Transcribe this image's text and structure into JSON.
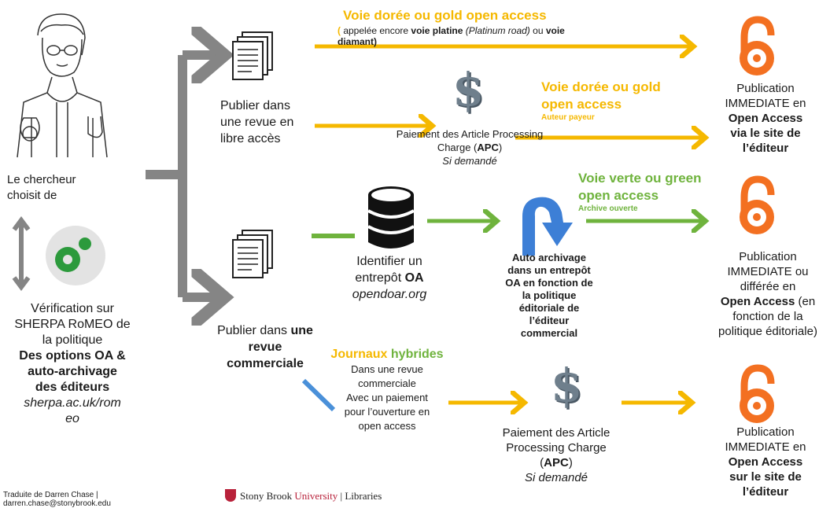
{
  "colors": {
    "gold": "#f5b800",
    "green": "#6fb33d",
    "grey": "#858585",
    "oa_orange": "#f37021",
    "blue": "#3d7fd6"
  },
  "researcher": {
    "line1": "Le chercheur",
    "line2": "choisit de"
  },
  "sherpa": {
    "l1": "Vérification sur",
    "l2": "SHERPA RoMEO de",
    "l3": "la politique",
    "l4": "Des options OA &",
    "l5": "auto-archivage",
    "l6": "des éditeurs",
    "l7": "sherpa.ac.uk/rom",
    "l8": "eo"
  },
  "publish_open": {
    "l1": "Publier dans",
    "l2": "une revue en",
    "l3": "libre accès"
  },
  "publish_commercial": {
    "l1a": "Publier dans ",
    "l1b": "une",
    "l2": "revue",
    "l3": "commerciale"
  },
  "gold_top": {
    "title": "Voie dorée ou gold open access",
    "paren_open": "(",
    "sub1": " appelée encore ",
    "sub2": "voie platine",
    "sub3": " (Platinum road)",
    "sub4": " ou ",
    "sub5": "voie",
    "sub6": "diamant)"
  },
  "apc_top": {
    "symbol": "$",
    "l1a": "Paiement des Article Processing",
    "l2a": "Charge (",
    "l2b": "APC",
    "l2c": ")",
    "l3": "Si demandé"
  },
  "gold_mid": {
    "l1": "Voie dorée ou gold",
    "l2": "open access",
    "l3": "Auteur payeur"
  },
  "pub_immediate_top": {
    "l1": "Publication",
    "l2": "IMMEDIATE en",
    "l3": "Open Access",
    "l4": "via le site de",
    "l5": "l’éditeur"
  },
  "green_route": {
    "l1": "Voie verte ou green",
    "l2": "open access",
    "l3": "Archive ouverte"
  },
  "repo": {
    "l1": "Identifier un",
    "l2a": "entrepôt ",
    "l2b": "OA",
    "l3": "opendoar.org"
  },
  "self_archive": {
    "l1": "Auto archivage",
    "l2": "dans un entrepôt",
    "l3": "OA en fonction de",
    "l4": "la politique",
    "l5": "éditoriale de",
    "l6": "l’éditeur",
    "l7": "commercial"
  },
  "pub_delayed": {
    "l1": "Publication",
    "l2": "IMMEDIATE ou",
    "l3": "différée en",
    "l4a": "Open Access",
    "l4b": "  (en",
    "l5": "fonction de la",
    "l6": "politique éditoriale)"
  },
  "hybrid": {
    "t1": "Journaux ",
    "t2": "hybrides",
    "l1": "Dans une revue",
    "l2": "commerciale",
    "l3": "Avec un paiement",
    "l4": "pour l’ouverture en",
    "l5": "open access"
  },
  "apc_bottom": {
    "symbol": "$",
    "l1": "Paiement des Article",
    "l2": "Processing  Charge",
    "l3a": "(",
    "l3b": "APC",
    "l3c": ")",
    "l4": "Si demandé"
  },
  "pub_immediate_bottom": {
    "l1": "Publication",
    "l2": "IMMEDIATE en",
    "l3": "Open Access",
    "l4": "sur le site de",
    "l5": "l’éditeur"
  },
  "credit": {
    "l1": "Traduite de Darren Chase |",
    "l2": "darren.chase@stonybrook.edu"
  },
  "logo": {
    "a": "Stony Brook ",
    "b": "University",
    "c": " | Libraries"
  }
}
